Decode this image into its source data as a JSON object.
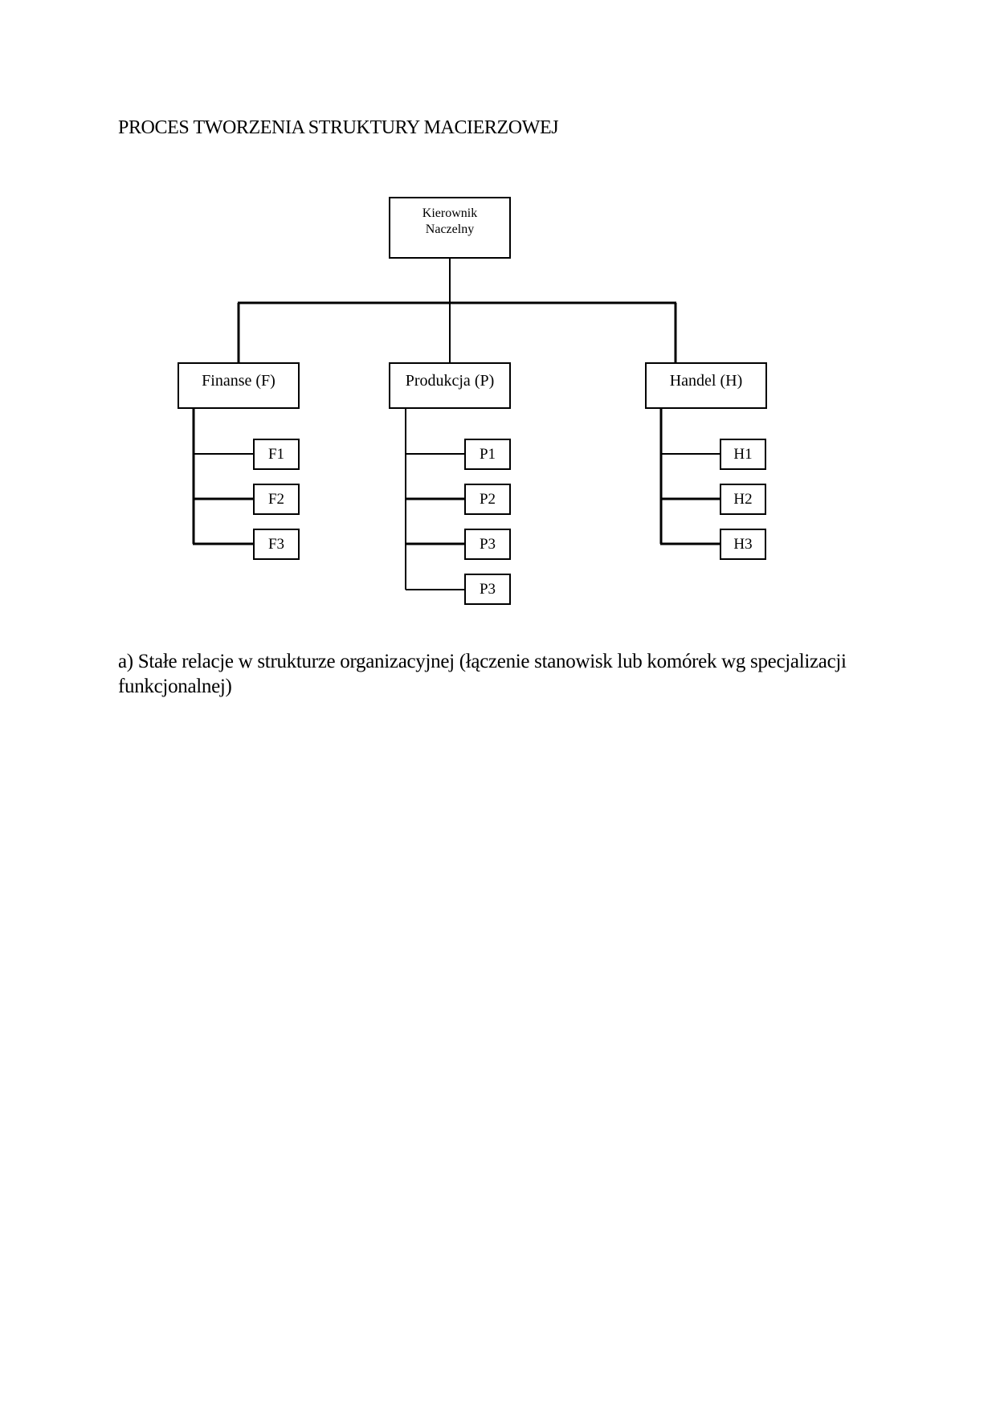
{
  "title": "PROCES TWORZENIA STRUKTURY MACIERZOWEJ",
  "org_chart": {
    "root": {
      "line1": "Kierownik",
      "line2": "Naczelny"
    },
    "departments": [
      {
        "label": "Finanse (F)",
        "units": [
          "F1",
          "F2",
          "F3"
        ]
      },
      {
        "label": "Produkcja (P)",
        "units": [
          "P1",
          "P2",
          "P3",
          "P3"
        ]
      },
      {
        "label": "Handel (H)",
        "units": [
          "H1",
          "H2",
          "H3"
        ]
      }
    ]
  },
  "caption": "a) Stałe relacje w strukturze organizacyjnej (łączenie stanowisk lub komórek wg specjalizacji funkcjonalnej)"
}
